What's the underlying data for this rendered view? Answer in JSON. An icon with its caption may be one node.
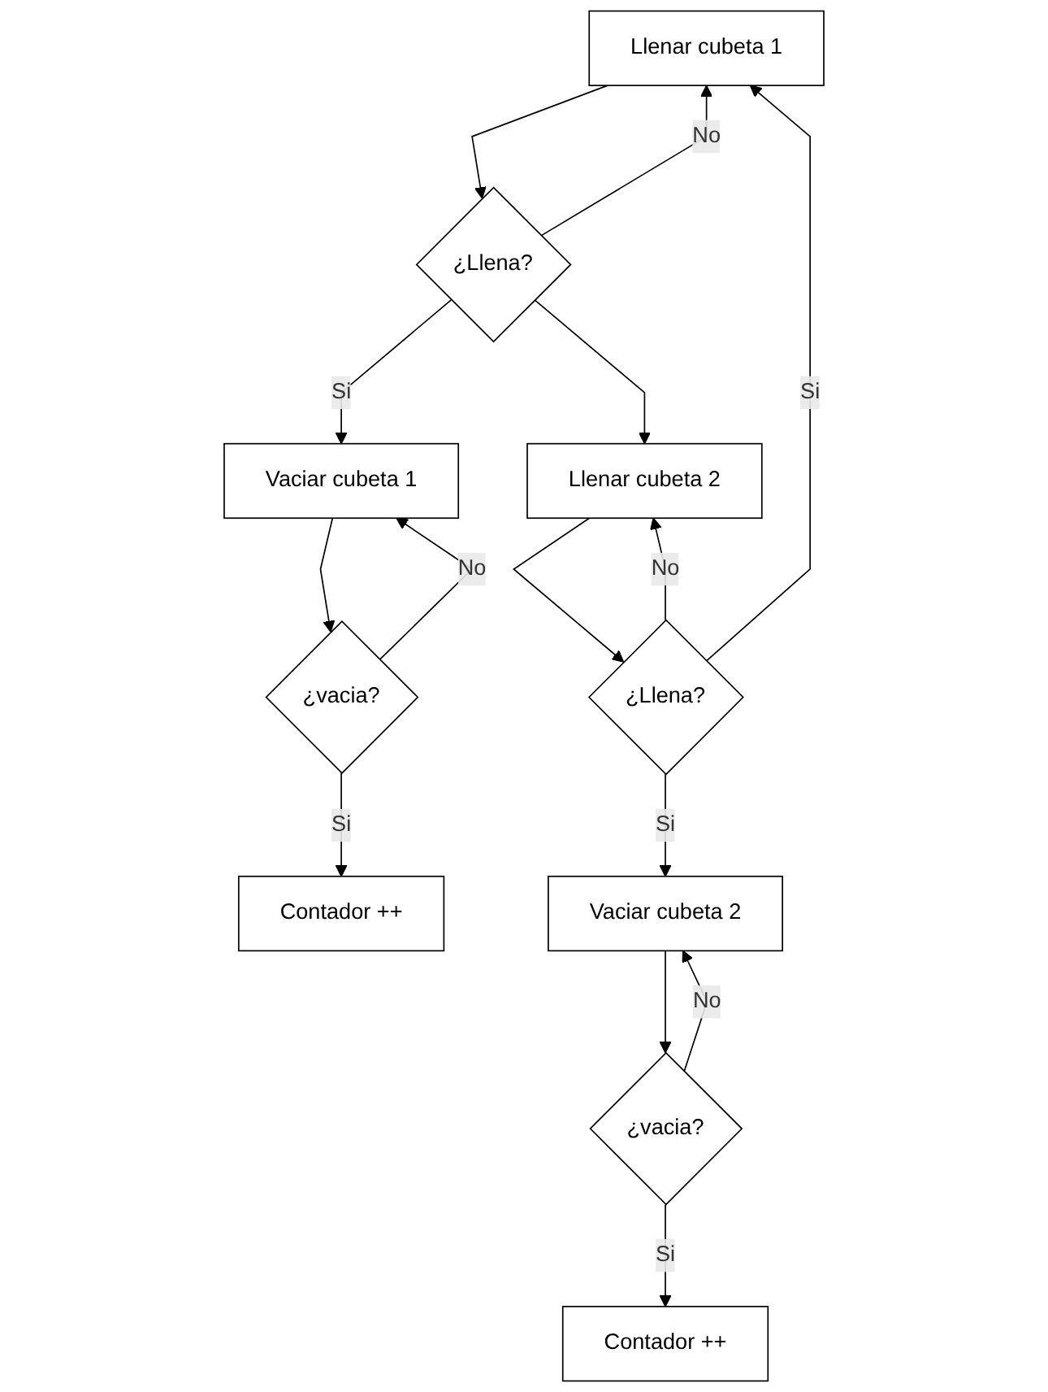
{
  "diagram": {
    "nodes": [
      {
        "text": [
          "Llenar cubeta 1"
        ]
      },
      {
        "text": [
          "¿Llena?"
        ]
      },
      {
        "text": [
          "Vaciar cubeta 1"
        ]
      },
      {
        "text": [
          "Llenar cubeta 2"
        ]
      },
      {
        "text": [
          "¿vacia?"
        ]
      },
      {
        "text": [
          "Contador ++"
        ]
      },
      {
        "text": [
          "¿Llena?"
        ]
      },
      {
        "text": [
          "Vaciar cubeta 2"
        ]
      },
      {
        "text": [
          "¿vacia?"
        ]
      },
      {
        "text": [
          "Contador ++"
        ]
      }
    ],
    "edges": [
      {
        "from": 0,
        "to": 1,
        "arrow": "to"
      },
      {
        "from": 1,
        "to": 0,
        "arrow": "to",
        "label": "No"
      },
      {
        "from": 1,
        "to": 2,
        "arrow": "to",
        "label": "Si"
      },
      {
        "from": 1,
        "to": 3,
        "arrow": "to"
      },
      {
        "from": 2,
        "to": 4,
        "arrow": "to"
      },
      {
        "from": 4,
        "to": 2,
        "arrow": "to",
        "label": "No"
      },
      {
        "from": 4,
        "to": 5,
        "arrow": "to",
        "label": "Si"
      },
      {
        "from": 3,
        "to": 6,
        "arrow": "to"
      },
      {
        "from": 6,
        "to": 3,
        "arrow": "to",
        "label": "No"
      },
      {
        "from": 6,
        "to": 0,
        "arrow": "to",
        "label": "Si"
      },
      {
        "from": 6,
        "to": 7,
        "arrow": "to",
        "label": "Si"
      },
      {
        "from": 7,
        "to": 8,
        "arrow": "to"
      },
      {
        "from": 8,
        "to": 7,
        "arrow": "to",
        "label": "No"
      },
      {
        "from": 8,
        "to": 9,
        "arrow": "to",
        "label": "Si"
      }
    ]
  }
}
